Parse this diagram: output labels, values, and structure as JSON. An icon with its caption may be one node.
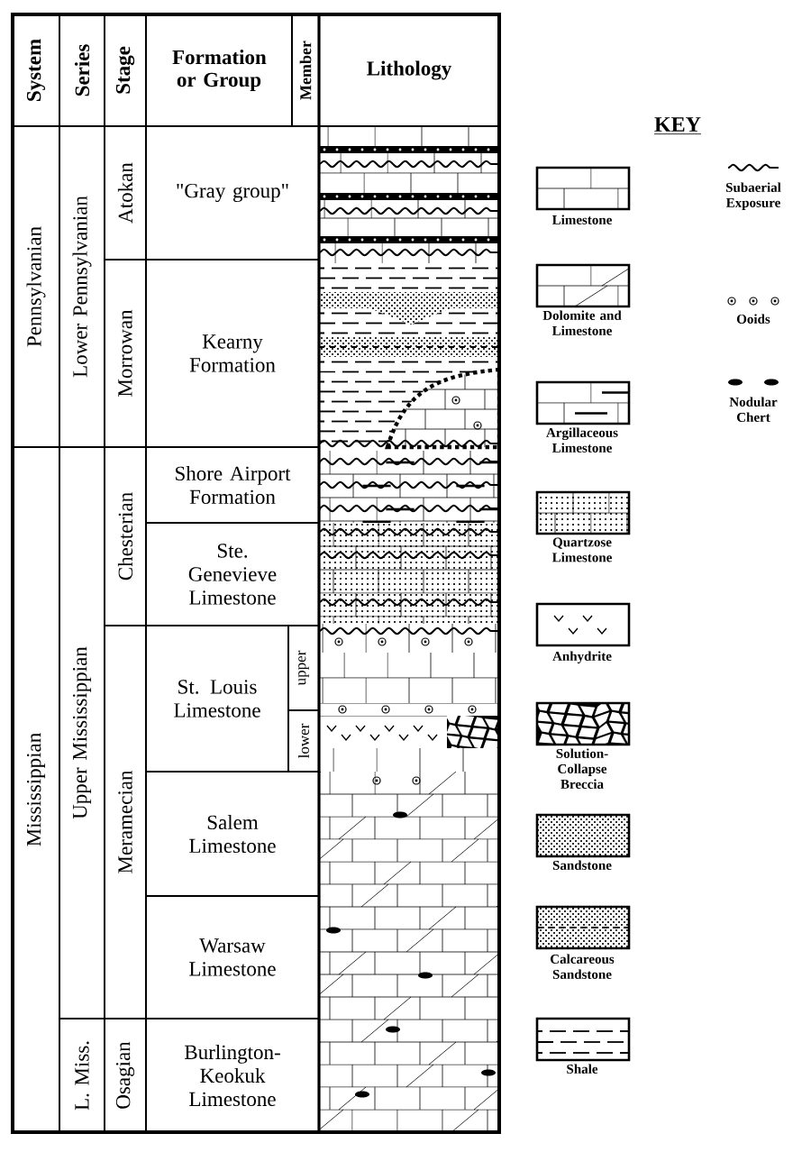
{
  "diagram": {
    "labels": [
      "System",
      "Series",
      "Stage",
      "Formation or Group",
      "Member",
      "Lithology",
      "Pennsylvanian",
      "Lower Pennsylvanian",
      "Atokan",
      "\"Gray group\"",
      "Morrowan",
      "Kearny Formation",
      "Mississippian",
      "Upper Mississippian",
      "Chesterian",
      "Shore Airport Formation",
      "Ste. Genevieve Limestone",
      "Meramecian",
      "St. Louis Limestone",
      "upper",
      "lower",
      "Salem Limestone",
      "Warsaw Limestone",
      "L. Miss.",
      "Osagian",
      "Burlington-Keokuk Limestone",
      "KEY"
    ],
    "legend": [
      {
        "text": "Limestone"
      },
      {
        "text": "Dolomite and Limestone"
      },
      {
        "text": "Argillaceous Limestone"
      },
      {
        "text": "Quartzose Limestone"
      },
      {
        "text": "Anhydrite"
      },
      {
        "text": "Solution-Collapse Breccia"
      },
      {
        "text": "Sandstone"
      },
      {
        "text": "Calcareous Sandstone"
      },
      {
        "text": "Shale"
      },
      {
        "text": "Subaerial Exposure"
      },
      {
        "text": "Ooids"
      },
      {
        "text": "Nodular Chert"
      }
    ]
  }
}
